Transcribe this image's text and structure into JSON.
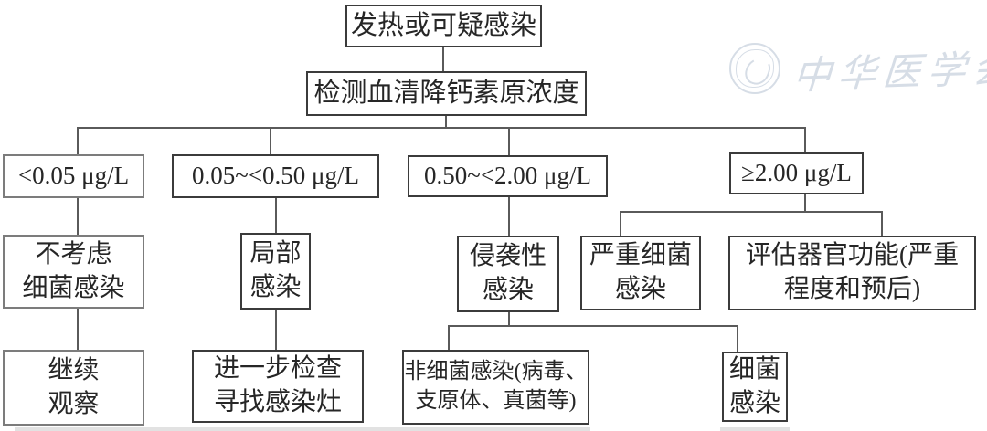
{
  "colors": {
    "background": "#ffffff",
    "box_border_dark": "#3b3b3b",
    "box_border_light": "#7c7c7c",
    "connector": "#5a5a5a",
    "text": "#262626",
    "watermark": "#c9d2de"
  },
  "nodes": {
    "fever": {
      "text": "发热或可疑感染"
    },
    "test": {
      "text": "检测血清降钙素原浓度"
    },
    "range_low": {
      "text": "<0.05 μg/L"
    },
    "range_mid_low": {
      "text": "0.05~<0.50 μg/L"
    },
    "range_mid_high": {
      "text": "0.50~<2.00 μg/L"
    },
    "range_high": {
      "text": "≥2.00 μg/L"
    },
    "no_bacterial": {
      "text": "不考虑\n细菌感染"
    },
    "local_infection": {
      "text": "局部\n感染"
    },
    "invasive_infection": {
      "text": "侵袭性\n感染"
    },
    "severe_bacterial": {
      "text": "严重细菌\n感染"
    },
    "assess_organ": {
      "text": "评估器官功能(严重\n程度和预后)"
    },
    "continue_observe": {
      "text": "继续\n观察"
    },
    "further_exam": {
      "text": "进一步检查\n寻找感染灶"
    },
    "non_bacterial": {
      "text": "非细菌感染(病毒、\n支原体、真菌等)"
    },
    "bacterial": {
      "text": "细菌\n感染"
    }
  },
  "watermark": {
    "text": "中华医学会"
  }
}
